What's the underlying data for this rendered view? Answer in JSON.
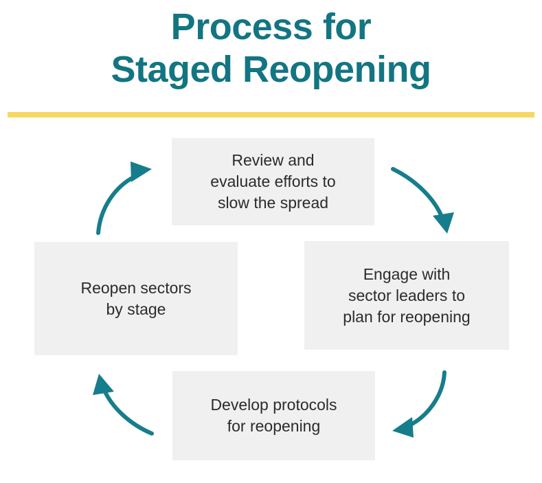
{
  "header": {
    "title_lines": [
      "Process for",
      "Staged Reopening"
    ],
    "title_color": "#137582",
    "rule_color": "#F8D663"
  },
  "diagram": {
    "type": "cycle",
    "direction": "clockwise",
    "box_fill": "#F0F0F0",
    "text_color": "#2B2B2B",
    "arrow_color": "#167D8C",
    "nodes": [
      {
        "id": "review",
        "position": "top",
        "lines": [
          "Review and",
          "evaluate efforts to",
          "slow the spread"
        ]
      },
      {
        "id": "engage",
        "position": "right",
        "lines": [
          "Engage with",
          "sector leaders to",
          "plan for reopening"
        ]
      },
      {
        "id": "develop",
        "position": "bottom",
        "lines": [
          "Develop protocols",
          "for reopening"
        ]
      },
      {
        "id": "reopen",
        "position": "left",
        "lines": [
          "Reopen sectors",
          "by stage"
        ]
      }
    ],
    "arrows": [
      {
        "id": "top-to-right",
        "from": "review",
        "to": "engage",
        "icon": "curved-arrow-down-right"
      },
      {
        "id": "right-to-bottom",
        "from": "engage",
        "to": "develop",
        "icon": "curved-arrow-down-left"
      },
      {
        "id": "bottom-to-left",
        "from": "develop",
        "to": "reopen",
        "icon": "curved-arrow-up-left"
      },
      {
        "id": "left-to-top",
        "from": "reopen",
        "to": "review",
        "icon": "curved-arrow-up-right"
      }
    ]
  }
}
